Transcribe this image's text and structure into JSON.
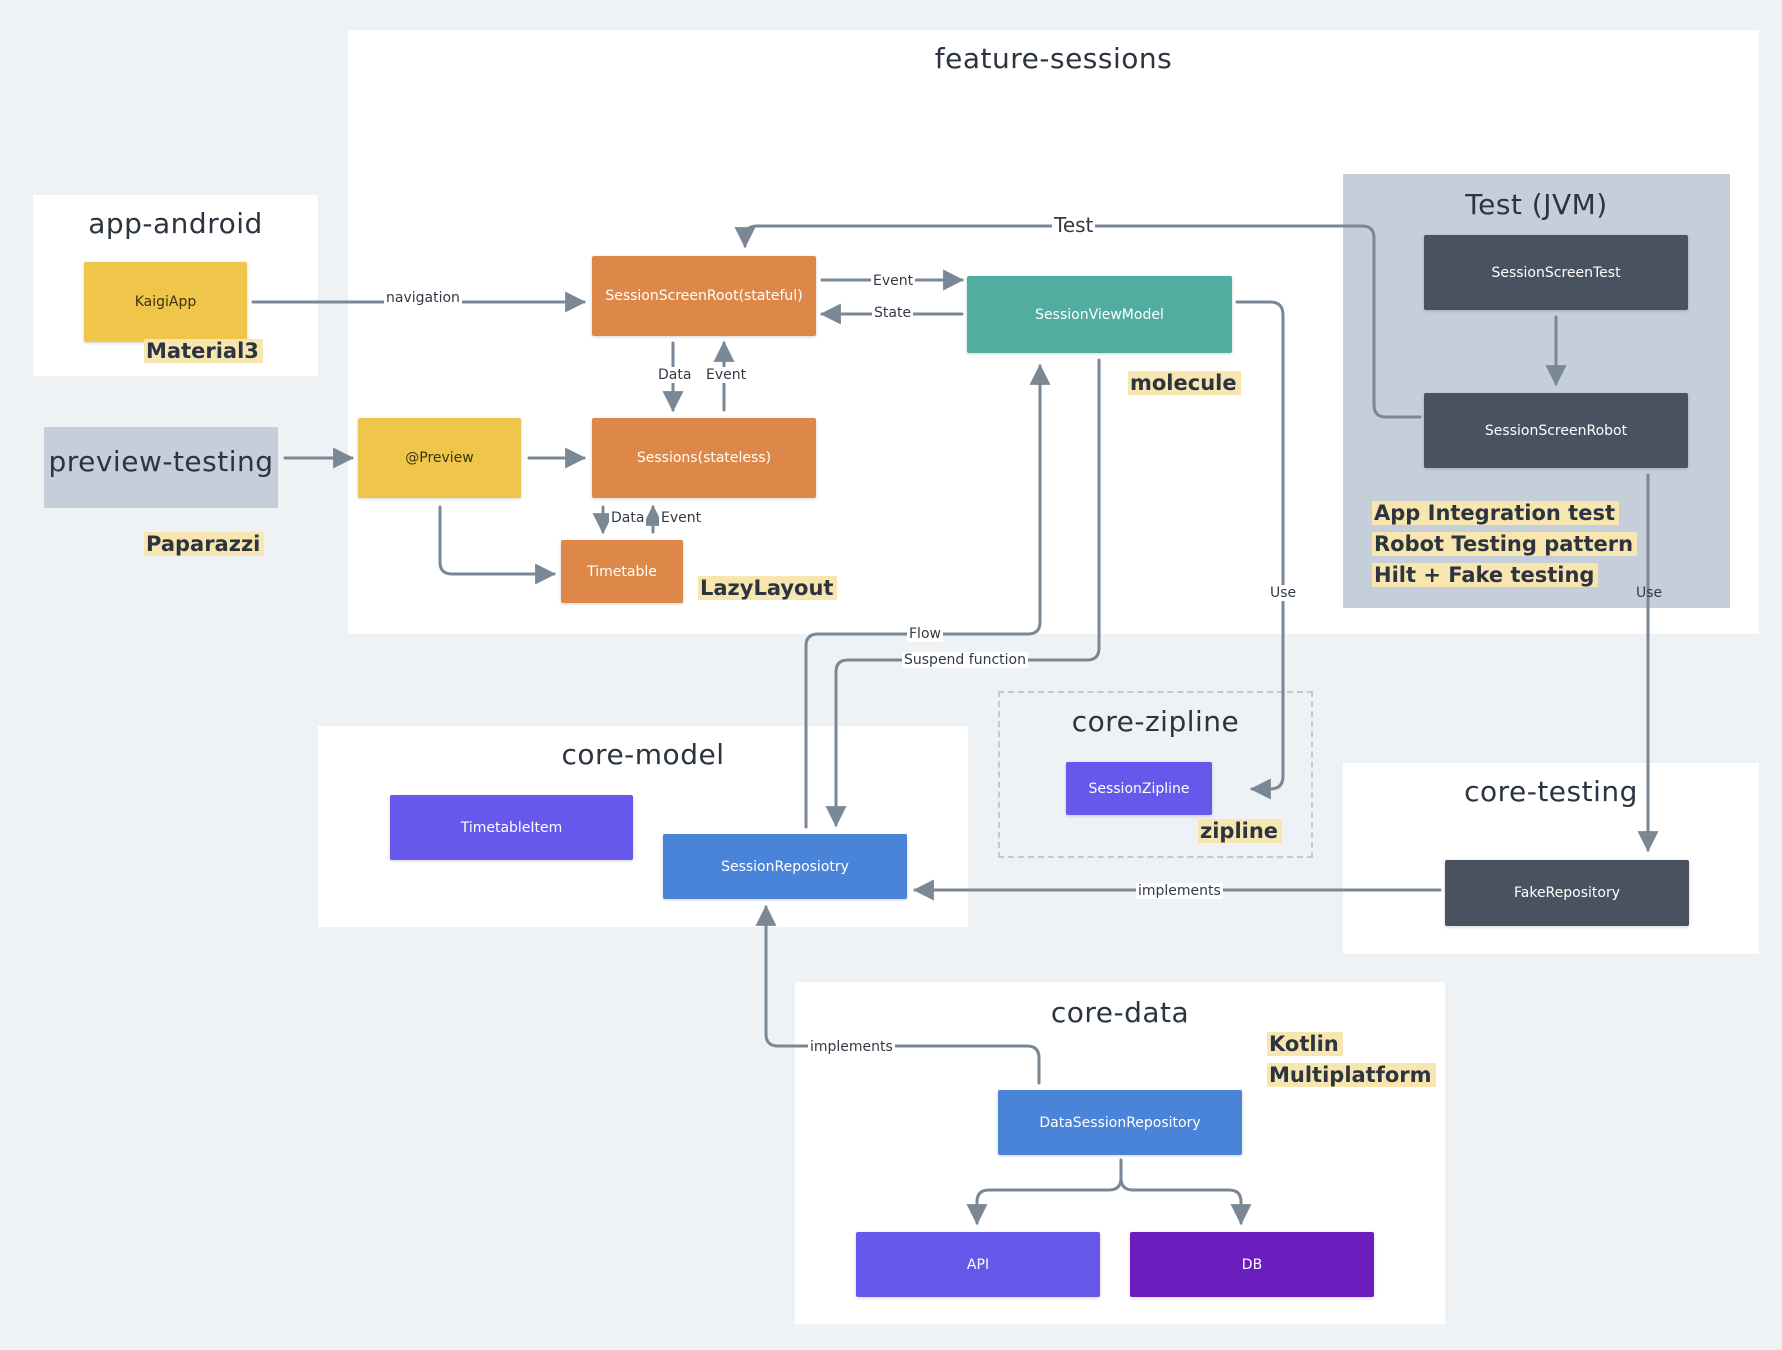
{
  "colors": {
    "background": "#eff2f5",
    "edge": "#7a8795",
    "yellow": "#efc54a",
    "orange": "#dd8848",
    "teal": "#50ada0",
    "slate": "#49535f",
    "blue": "#4a84d8",
    "indigo": "#6558eb",
    "purple": "#6b1dbd",
    "highlight": "#f8e6b0"
  },
  "modules": {
    "feature_sessions": "feature-sessions",
    "app_android": "app-android",
    "preview_testing": "preview-testing",
    "test_jvm": "Test (JVM)",
    "core_zipline": "core-zipline",
    "core_model": "core-model",
    "core_testing": "core-testing",
    "core_data": "core-data"
  },
  "nodes": {
    "kaigi_app": "KaigiApp",
    "session_screen_root": "SessionScreenRoot(stateful)",
    "session_view_model": "SessionViewModel",
    "preview": "@Preview",
    "sessions_stateless": "Sessions(stateless)",
    "timetable": "Timetable",
    "session_screen_test": "SessionScreenTest",
    "session_screen_robot": "SessionScreenRobot",
    "session_zipline": "SessionZipline",
    "timetable_item": "TimetableItem",
    "session_repository": "SessionReposiotry",
    "fake_repository": "FakeRepository",
    "data_session_repository": "DataSessionRepository",
    "api": "API",
    "db": "DB"
  },
  "notes": {
    "material3": "Material3",
    "paparazzi": "Paparazzi",
    "molecule": "molecule",
    "lazy_layout": "LazyLayout",
    "app_integration_test": "App Integration test",
    "robot_testing_pattern": "Robot Testing pattern",
    "hilt_fake_testing": "Hilt + Fake testing",
    "zipline": "zipline",
    "kotlin": "Kotlin",
    "multiplatform": "Multiplatform"
  },
  "edge_labels": {
    "navigation": "navigation",
    "test": "Test",
    "event_vm": "Event",
    "state_vm": "State",
    "data_upper": "Data",
    "event_upper": "Event",
    "data_lower": "Data",
    "event_lower": "Event",
    "flow": "Flow",
    "suspend_function": "Suspend function",
    "use_zipline": "Use",
    "use_testing": "Use",
    "implements_fake": "implements",
    "implements_data": "implements"
  }
}
